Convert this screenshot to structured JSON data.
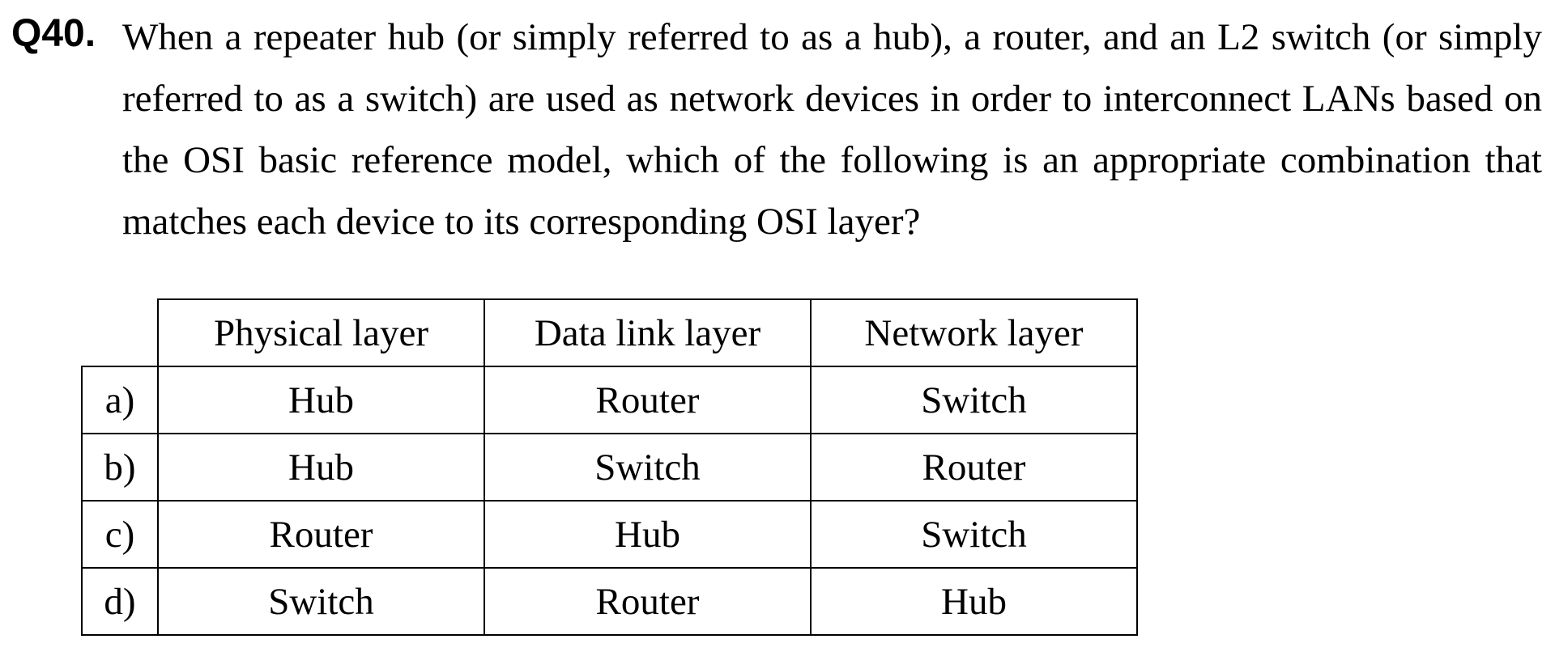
{
  "question": {
    "number": "Q40.",
    "text": "When a repeater hub (or simply referred to as a hub), a router, and an L2 switch (or simply referred to as a switch) are used as network devices in order to interconnect LANs based on the OSI basic reference model, which of the following is an appropriate combination that matches each device to its corresponding OSI layer?"
  },
  "table": {
    "headers": [
      "Physical layer",
      "Data link layer",
      "Network layer"
    ],
    "rows": [
      {
        "label": "a)",
        "cells": [
          "Hub",
          "Router",
          "Switch"
        ]
      },
      {
        "label": "b)",
        "cells": [
          "Hub",
          "Switch",
          "Router"
        ]
      },
      {
        "label": "c)",
        "cells": [
          "Router",
          "Hub",
          "Switch"
        ]
      },
      {
        "label": "d)",
        "cells": [
          "Switch",
          "Router",
          "Hub"
        ]
      }
    ]
  }
}
